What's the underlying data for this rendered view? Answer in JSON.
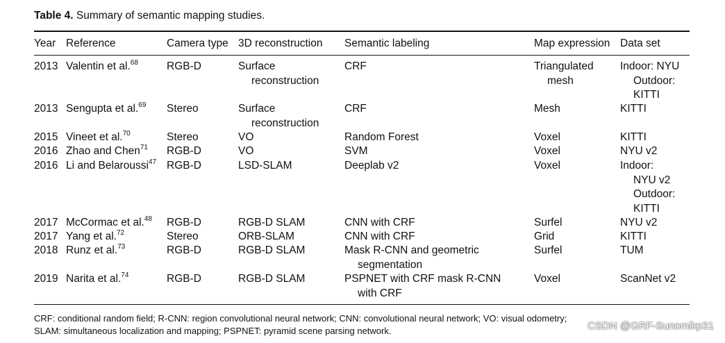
{
  "caption": {
    "label": "Table 4.",
    "text": "Summary of semantic mapping studies."
  },
  "columns": [
    "Year",
    "Reference",
    "Camera type",
    "3D reconstruction",
    "Semantic labeling",
    "Map expression",
    "Data set"
  ],
  "rows": [
    {
      "year": "2013",
      "ref": "Valentin et al.",
      "sup": "68",
      "camera": "RGB-D",
      "recon": [
        "Surface",
        "reconstruction"
      ],
      "label": [
        "CRF"
      ],
      "map": [
        "Triangulated",
        "mesh"
      ],
      "data": [
        "Indoor: NYU",
        "Outdoor:",
        "KITTI"
      ]
    },
    {
      "year": "2013",
      "ref": "Sengupta et al.",
      "sup": "69",
      "camera": "Stereo",
      "recon": [
        "Surface",
        "reconstruction"
      ],
      "label": [
        "CRF"
      ],
      "map": [
        "Mesh"
      ],
      "data": [
        "KITTI"
      ]
    },
    {
      "year": "2015",
      "ref": "Vineet et al.",
      "sup": "70",
      "camera": "Stereo",
      "recon": [
        "VO"
      ],
      "label": [
        "Random Forest"
      ],
      "map": [
        "Voxel"
      ],
      "data": [
        "KITTI"
      ]
    },
    {
      "year": "2016",
      "ref": "Zhao and Chen",
      "sup": "71",
      "camera": "RGB-D",
      "recon": [
        "VO"
      ],
      "label": [
        "SVM"
      ],
      "map": [
        "Voxel"
      ],
      "data": [
        "NYU v2"
      ]
    },
    {
      "year": "2016",
      "ref": "Li and Belaroussi",
      "sup": "47",
      "camera": "RGB-D",
      "recon": [
        "LSD-SLAM"
      ],
      "label": [
        "Deeplab v2"
      ],
      "map": [
        "Voxel"
      ],
      "data": [
        "Indoor:",
        "NYU v2",
        "Outdoor:",
        "KITTI"
      ]
    },
    {
      "year": "2017",
      "ref": "McCormac et al.",
      "sup": "48",
      "camera": "RGB-D",
      "recon": [
        "RGB-D SLAM"
      ],
      "label": [
        "CNN with CRF"
      ],
      "map": [
        "Surfel"
      ],
      "data": [
        "NYU v2"
      ]
    },
    {
      "year": "2017",
      "ref": "Yang et al.",
      "sup": "72",
      "camera": "Stereo",
      "recon": [
        "ORB-SLAM"
      ],
      "label": [
        "CNN with CRF"
      ],
      "map": [
        "Grid"
      ],
      "data": [
        "KITTI"
      ]
    },
    {
      "year": "2018",
      "ref": "Runz et al.",
      "sup": "73",
      "camera": "RGB-D",
      "recon": [
        "RGB-D SLAM"
      ],
      "label": [
        "Mask R-CNN and geometric",
        "segmentation"
      ],
      "map": [
        "Surfel"
      ],
      "data": [
        "TUM"
      ]
    },
    {
      "year": "2019",
      "ref": "Narita et al.",
      "sup": "74",
      "camera": "RGB-D",
      "recon": [
        "RGB-D SLAM"
      ],
      "label": [
        "PSPNET with CRF mask R-CNN",
        "with CRF"
      ],
      "map": [
        "Voxel"
      ],
      "data": [
        "ScanNet v2"
      ]
    }
  ],
  "footnote": [
    "CRF: conditional random field; R-CNN: region convolutional neural network; CNN: convolutional neural network; VO: visual odometry;",
    "SLAM: simultaneous localization and mapping; PSPNET: pyramid scene parsing network."
  ],
  "watermark": "CSDN @GRF-Sunomikp31"
}
